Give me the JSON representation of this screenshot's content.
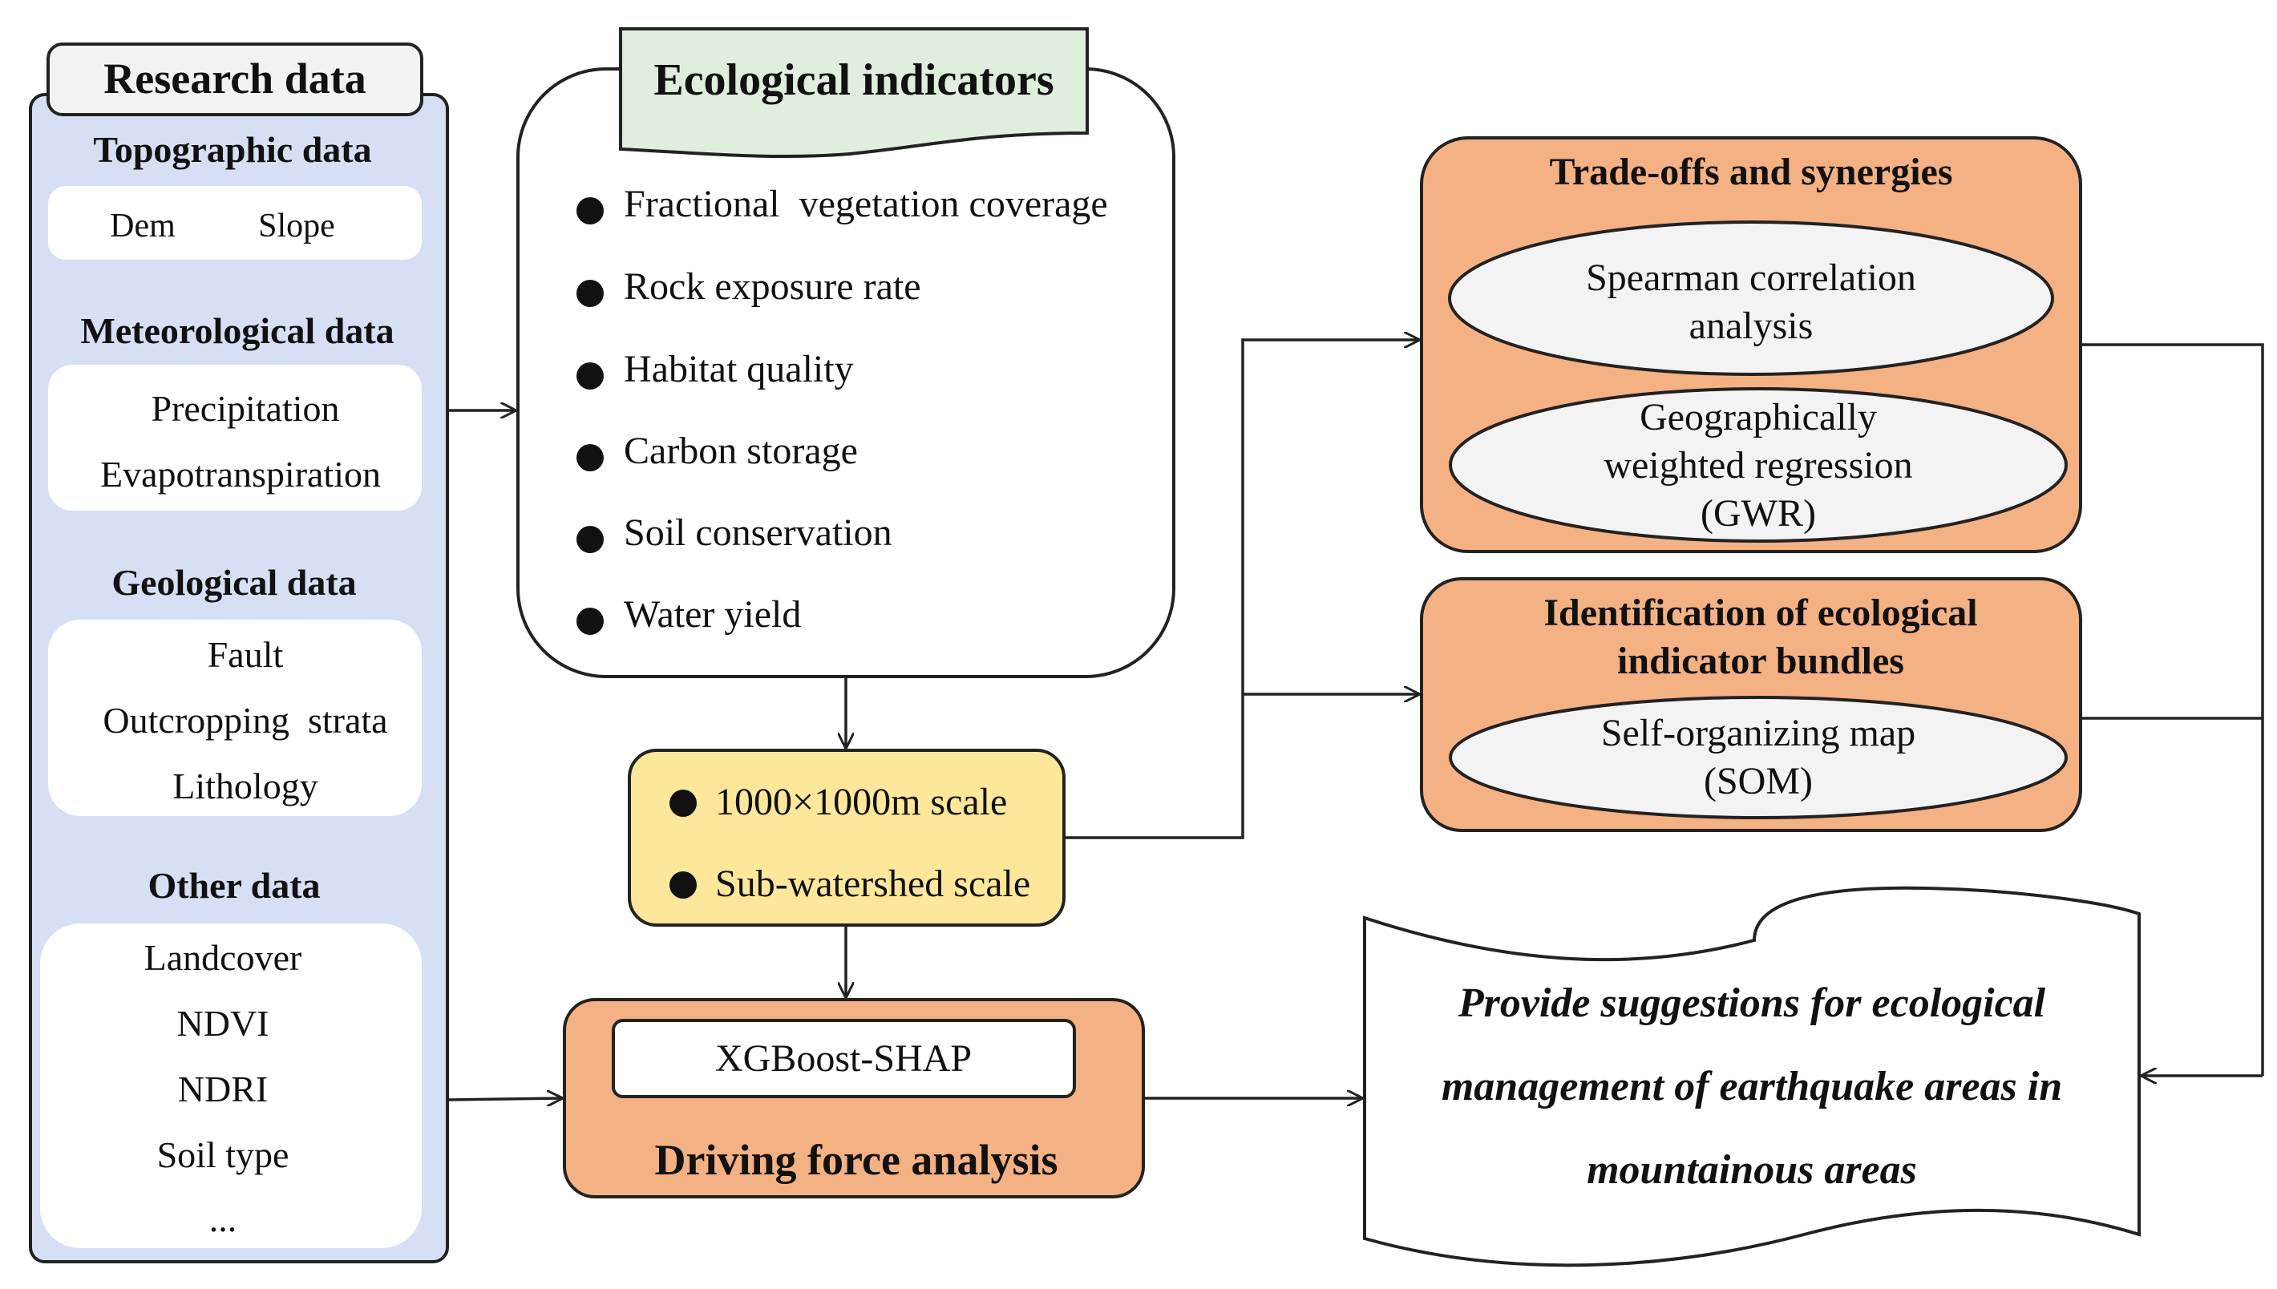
{
  "research": {
    "title": "Research data",
    "topographic": {
      "title": "Topographic data",
      "items": [
        "Dem",
        "Slope"
      ]
    },
    "meteorological": {
      "title": "Meteorological data",
      "items": [
        "Precipitation",
        "Evapotranspiration"
      ]
    },
    "geological": {
      "title": "Geological data",
      "items": [
        "Fault",
        "Outcropping  strata",
        "Lithology"
      ]
    },
    "other": {
      "title": "Other data",
      "items": [
        "Landcover",
        "NDVI",
        "NDRI",
        "Soil type",
        "..."
      ]
    }
  },
  "indicators": {
    "title": "Ecological indicators",
    "items": [
      "Fractional  vegetation coverage",
      "Rock exposure rate",
      "Habitat quality",
      "Carbon storage",
      "Soil conservation",
      "Water yield"
    ]
  },
  "scales": {
    "items": [
      "1000×1000m scale",
      "Sub-watershed scale"
    ]
  },
  "driving": {
    "method": "XGBoost-SHAP",
    "title": "Driving force analysis"
  },
  "tradeoffs": {
    "title": "Trade-offs and synergies",
    "spearman": [
      "Spearman correlation",
      "analysis"
    ],
    "gwr": [
      "Geographically",
      "weighted regression",
      "(GWR)"
    ]
  },
  "bundles": {
    "title": [
      "Identification of ecological",
      "indicator bundles"
    ],
    "som": [
      "Self-organizing map",
      "(SOM)"
    ]
  },
  "suggestion": {
    "lines": [
      "Provide suggestions for ecological",
      "management of earthquake areas in",
      "mountainous areas"
    ]
  },
  "colors": {
    "blue_panel": "#d6dff4",
    "green_tab": "#dfeedd",
    "yellow_box": "#fde79a",
    "orange_box": "#f4b183",
    "ellipse_fill": "#f3f3f3",
    "stroke": "#222222"
  }
}
